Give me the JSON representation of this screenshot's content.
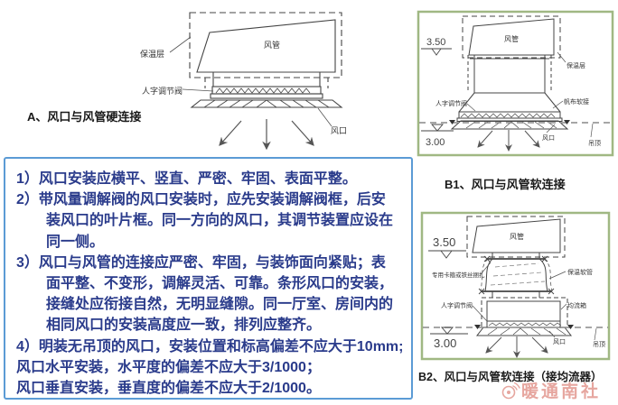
{
  "colors": {
    "accent_blue": "#5b9bd5",
    "text_navy": "#2a3b8b",
    "frame_green": "#a0b883",
    "watermark_pink": "#e2968e",
    "line_gray": "#444444"
  },
  "a": {
    "caption": "A、风口与风管硬连接",
    "labels": {
      "insulation": "保温层",
      "duct": "风管",
      "damper": "人字调节阀",
      "outlet": "风口"
    }
  },
  "b1": {
    "caption": "B1、风口与风管软连接",
    "elevation_top": "3.50",
    "elevation_bottom": "3.00",
    "labels": {
      "duct": "风管",
      "insulation": "保温层",
      "canvas_joint": "帆布软接",
      "damper": "人字调节阀",
      "outlet": "风口",
      "ceiling": "吊顶"
    }
  },
  "b2": {
    "caption": "B2、风口与风管软连接（接均流器）",
    "elevation_top": "3.50",
    "elevation_bottom": "3.00",
    "labels": {
      "duct": "风管",
      "clamp": "专用卡箍或铁丝捆扎",
      "flex_duct": "保温软管",
      "damper": "人字调节阀",
      "equalizer": "均流箱",
      "outlet": "风口",
      "ceiling": "吊顶"
    }
  },
  "notes": {
    "lines": [
      {
        "text": "1）风口安装应横平、竖直、严密、牢固、表面平整。"
      },
      {
        "text": "2）带风量调解阀的风口安装时，应先安装调解阀框，后安"
      },
      {
        "text": "装风口的叶片框。同一方向的风口，其调节装置应设在"
      },
      {
        "text": "同一侧。"
      },
      {
        "text": "3）风口与风管的连接应严密、牢固，与装饰面向紧贴；表"
      },
      {
        "text": "面平整、不变形，调解灵活、可靠。条形风口的安装，"
      },
      {
        "text": "接缝处应衔接自然，无明显缝隙。同一厅室、房间内的"
      },
      {
        "text": "相同风口的安装高度应一致，排列应整齐。"
      },
      {
        "text": "4）明装无吊顶的风口，安装位置和标高偏差不应大于10mm;"
      },
      {
        "text": "风口水平安装，水平度的偏差不应大于3/1000；"
      },
      {
        "text": "风口垂直安装，垂直度的偏差不应大于2/1000。"
      }
    ]
  },
  "watermark": {
    "text": "暖通南社"
  }
}
